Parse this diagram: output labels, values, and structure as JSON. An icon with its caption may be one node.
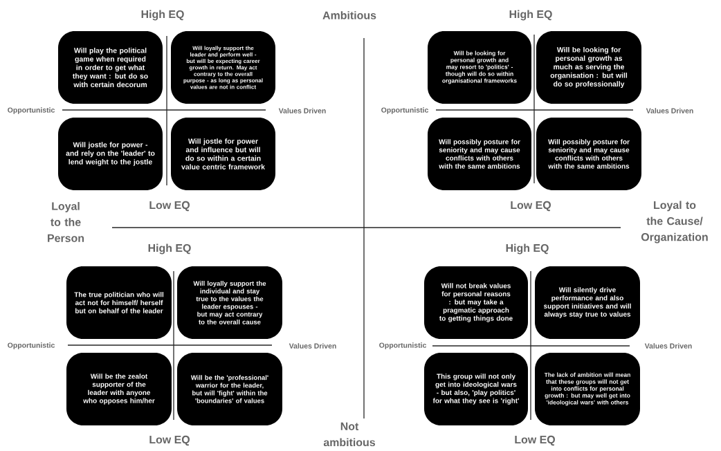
{
  "diagram": {
    "nodes": [
      {
        "text": [
          "Will play the political game when required in order to get what they want : but do so with certain decorum"
        ]
      },
      {
        "text": [
          "Will loyally support the leader and perform well - but will be expecting career growth in return.  May act contrary to the overall purpose - as long as personal values are not in conflict"
        ]
      },
      {
        "text": [
          "Will be looking for personal growth and may resort to 'politics' - though will do so within organisational frameworks"
        ]
      },
      {
        "text": [
          "Will be looking for personal growth as much as serving the organisation : but will do so professionally"
        ]
      },
      {
        "text": [
          "Will jostle for power - and rely on the 'leader' to lend weight to the jostle"
        ]
      },
      {
        "text": [
          "Will jostle for power and influence but will do so within a certain value centric framework"
        ]
      },
      {
        "text": [
          "Will possibly posture for seniority and may cause conflicts with others with the same ambitions"
        ]
      },
      {
        "text": [
          "Will possibly posture for seniority and may cause conflicts with others with the same ambitions"
        ]
      },
      {
        "text": [
          "The true politician who will act not for himself/ herself but on behalf of the leader"
        ]
      },
      {
        "text": [
          "Will loyally support the individual and stay true to the values the leader espouses - but may act contrary to the overall cause"
        ]
      },
      {
        "text": [
          "Will not break values for personal reasons : but may take a pragmatic approach to getting things done"
        ]
      },
      {
        "text": [
          "Will silently drive performance and also support initiatives and will always stay true to values"
        ]
      },
      {
        "text": [
          "Will be the zealot supporter of the leader with anyone who opposes him/her"
        ]
      },
      {
        "text": [
          "Will be the 'professional' warrior for the leader, but will 'fight' within the 'boundaries' of values"
        ]
      },
      {
        "text": [
          "This group will not only get into ideological wars - but also, 'play politics' for what they see is 'right'"
        ]
      },
      {
        "text": [
          "The lack of ambition will mean that these groups will not get into conflicts for personal growth : but may well get into 'ideological wars' with others"
        ]
      }
    ],
    "labels": [
      "High EQ",
      "Ambitious",
      "High EQ",
      "Opportunistic",
      "Values Driven",
      "Opportunistic",
      "Values Driven",
      "Loyal to the Person",
      "Low EQ",
      "Low EQ",
      "Loyal to the Cause/ Organization",
      "High EQ",
      "High EQ",
      "Opportunistic",
      "Values Driven",
      "Opportunistic",
      "Values Driven",
      "Low EQ",
      "Not ambitious",
      "Low EQ"
    ]
  }
}
